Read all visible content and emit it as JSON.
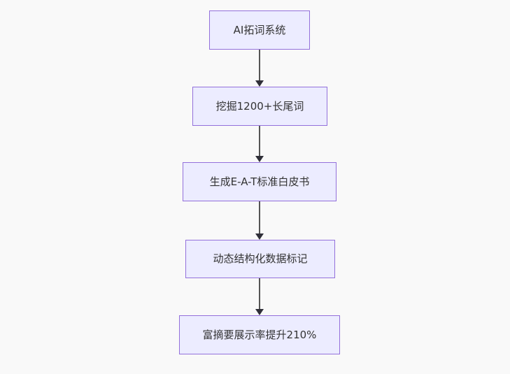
{
  "diagram": {
    "type": "flowchart",
    "direction": "top-down",
    "background_color": "#f9f9f9",
    "node_fill_color": "#ECECFF",
    "node_border_color": "#9370DB",
    "node_text_color": "#333333",
    "edge_line_color": "#555555",
    "arrowhead_color": "#2f2f38",
    "nodes": [
      {
        "id": "A",
        "label": "AI拓词系统"
      },
      {
        "id": "B",
        "label": "挖掘1200+长尾词"
      },
      {
        "id": "C",
        "label": "生成E-A-T标准白皮书"
      },
      {
        "id": "D",
        "label": "动态结构化数据标记"
      },
      {
        "id": "E",
        "label": "富摘要展示率提升210%"
      }
    ],
    "edges": [
      {
        "from": "A",
        "to": "B"
      },
      {
        "from": "B",
        "to": "C"
      },
      {
        "from": "C",
        "to": "D"
      },
      {
        "from": "D",
        "to": "E"
      }
    ]
  }
}
